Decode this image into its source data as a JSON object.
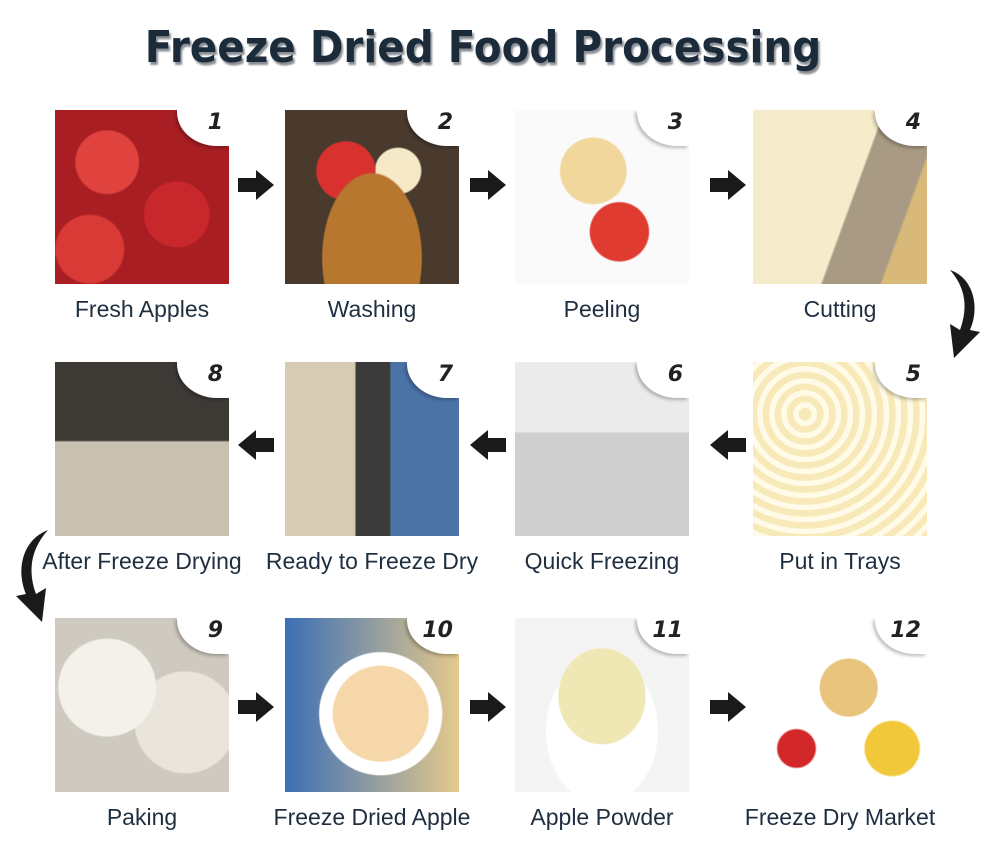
{
  "title": "Freeze Dried Food Processing",
  "steps": [
    {
      "number": "1",
      "label": "Fresh Apples"
    },
    {
      "number": "2",
      "label": "Washing"
    },
    {
      "number": "3",
      "label": "Peeling"
    },
    {
      "number": "4",
      "label": "Cutting"
    },
    {
      "number": "5",
      "label": "Put in Trays"
    },
    {
      "number": "6",
      "label": "Quick Freezing"
    },
    {
      "number": "7",
      "label": "Ready to Freeze Dry"
    },
    {
      "number": "8",
      "label": "After Freeze Drying"
    },
    {
      "number": "9",
      "label": "Paking"
    },
    {
      "number": "10",
      "label": "Freeze Dried Apple"
    },
    {
      "number": "11",
      "label": "Apple Powder"
    },
    {
      "number": "12",
      "label": "Freeze Dry Market"
    }
  ]
}
